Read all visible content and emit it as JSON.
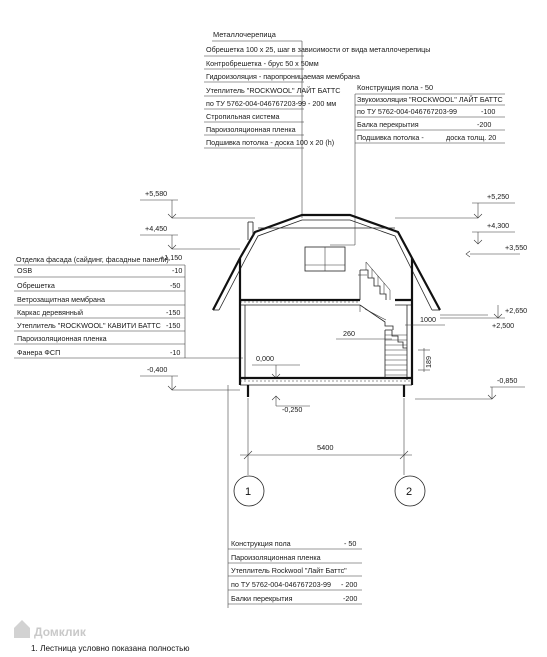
{
  "roof_spec": {
    "title": "Металлочерепица",
    "rows": [
      "Обрешетка 100 х 25, шаг в зависимости от вида металлочерепицы",
      "Контробрешетка - брус 50 х 50мм",
      "Гидроизоляция - паропроницаемая мембрана",
      "Утеплитель \"ROCKWOOL\" ЛАЙТ БАТТС",
      "по ТУ 5762-004-046767203-99 - 200 мм",
      "Стропильная система",
      "Пароизоляционная пленка",
      "Подшивка потолка -   доска 100 х 20 (h)"
    ]
  },
  "floor2_spec": {
    "title": "Конструкция пола  - 50",
    "rows": [
      {
        "label": "Звукоизоляция \"ROCKWOOL\" ЛАЙТ БАТТС",
        "value": ""
      },
      {
        "label": "по ТУ 5762-004-046767203-99",
        "value": "-100"
      },
      {
        "label": "Балка перекрытия",
        "value": "-200"
      },
      {
        "label": "Подшивка потолка -",
        "value": "доска толщ. 20"
      }
    ]
  },
  "facade_spec": {
    "title": "Отделка фасада (сайдинг, фасадные панели)",
    "rows": [
      {
        "label": "OSB",
        "value": "-10"
      },
      {
        "label": "Обрешетка",
        "value": "-50"
      },
      {
        "label": "Ветрозащитная мембрана",
        "value": ""
      },
      {
        "label": "Каркас деревянный",
        "value": "-150"
      },
      {
        "label": "Утеплитель \"ROCKWOOL\" КАВИТИ БАТТС",
        "value": "-150"
      },
      {
        "label": "Пароизоляционная пленка",
        "value": ""
      },
      {
        "label": "Фанера ФСП",
        "value": "-10"
      }
    ]
  },
  "floor1_spec": {
    "rows": [
      {
        "label": "Конструкция пола",
        "value": "- 50"
      },
      {
        "label": "Пароизоляционная пленка",
        "value": ""
      },
      {
        "label": "Утеплитель Rockwool \"Лайт Баттс\"",
        "value": ""
      },
      {
        "label": "по ТУ 5762-004-046767203-99",
        "value": "- 200"
      },
      {
        "label": "Балки перекрытия",
        "value": "-200"
      }
    ]
  },
  "levels": {
    "left": [
      "+5,580",
      "+4,450",
      "+1,150",
      "0,000",
      "-0,400",
      "-0,250"
    ],
    "right": [
      "+5,250",
      "+4,300",
      "+3,550",
      "+2,650",
      "+2,500",
      "-0,850"
    ]
  },
  "dimensions": {
    "span": "5400",
    "stair_width": "260",
    "landing": "1000",
    "riser": "189"
  },
  "axes": [
    "1",
    "2"
  ],
  "watermark": "Домклик",
  "footnote": "1. Лестница условно показана полностью"
}
